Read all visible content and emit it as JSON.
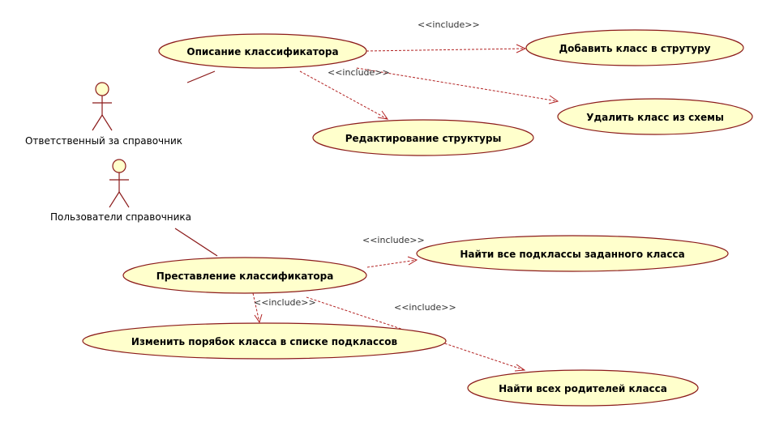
{
  "actors": [
    {
      "id": "resp",
      "label": "Ответственный за справочник"
    },
    {
      "id": "users",
      "label": "Пользователи справочника"
    }
  ],
  "use_cases": [
    {
      "id": "uc1",
      "label": "Описание классификатора"
    },
    {
      "id": "uc2",
      "label": "Добавить класс в струтуру"
    },
    {
      "id": "uc3",
      "label": "Удалить класс из схемы"
    },
    {
      "id": "uc4",
      "label": "Редактирование структуры"
    },
    {
      "id": "uc5",
      "label": "Найти все подклассы заданного класса"
    },
    {
      "id": "uc6",
      "label": "Преставление классификатора"
    },
    {
      "id": "uc7",
      "label": "Изменить порябок класса в списке подклассов"
    },
    {
      "id": "uc8",
      "label": "Найти всех родителей класса"
    }
  ],
  "stereotypes": [
    {
      "id": "st1",
      "label": "<<include>>"
    },
    {
      "id": "st2",
      "label": "<<include>>"
    },
    {
      "id": "st3",
      "label": "<<include>>"
    },
    {
      "id": "st4",
      "label": "<<include>>"
    },
    {
      "id": "st5",
      "label": "<<include>>"
    }
  ],
  "colors": {
    "use_case_fill": "#ffffcc",
    "outline": "#8b1a1a",
    "dependency": "#b22222"
  }
}
